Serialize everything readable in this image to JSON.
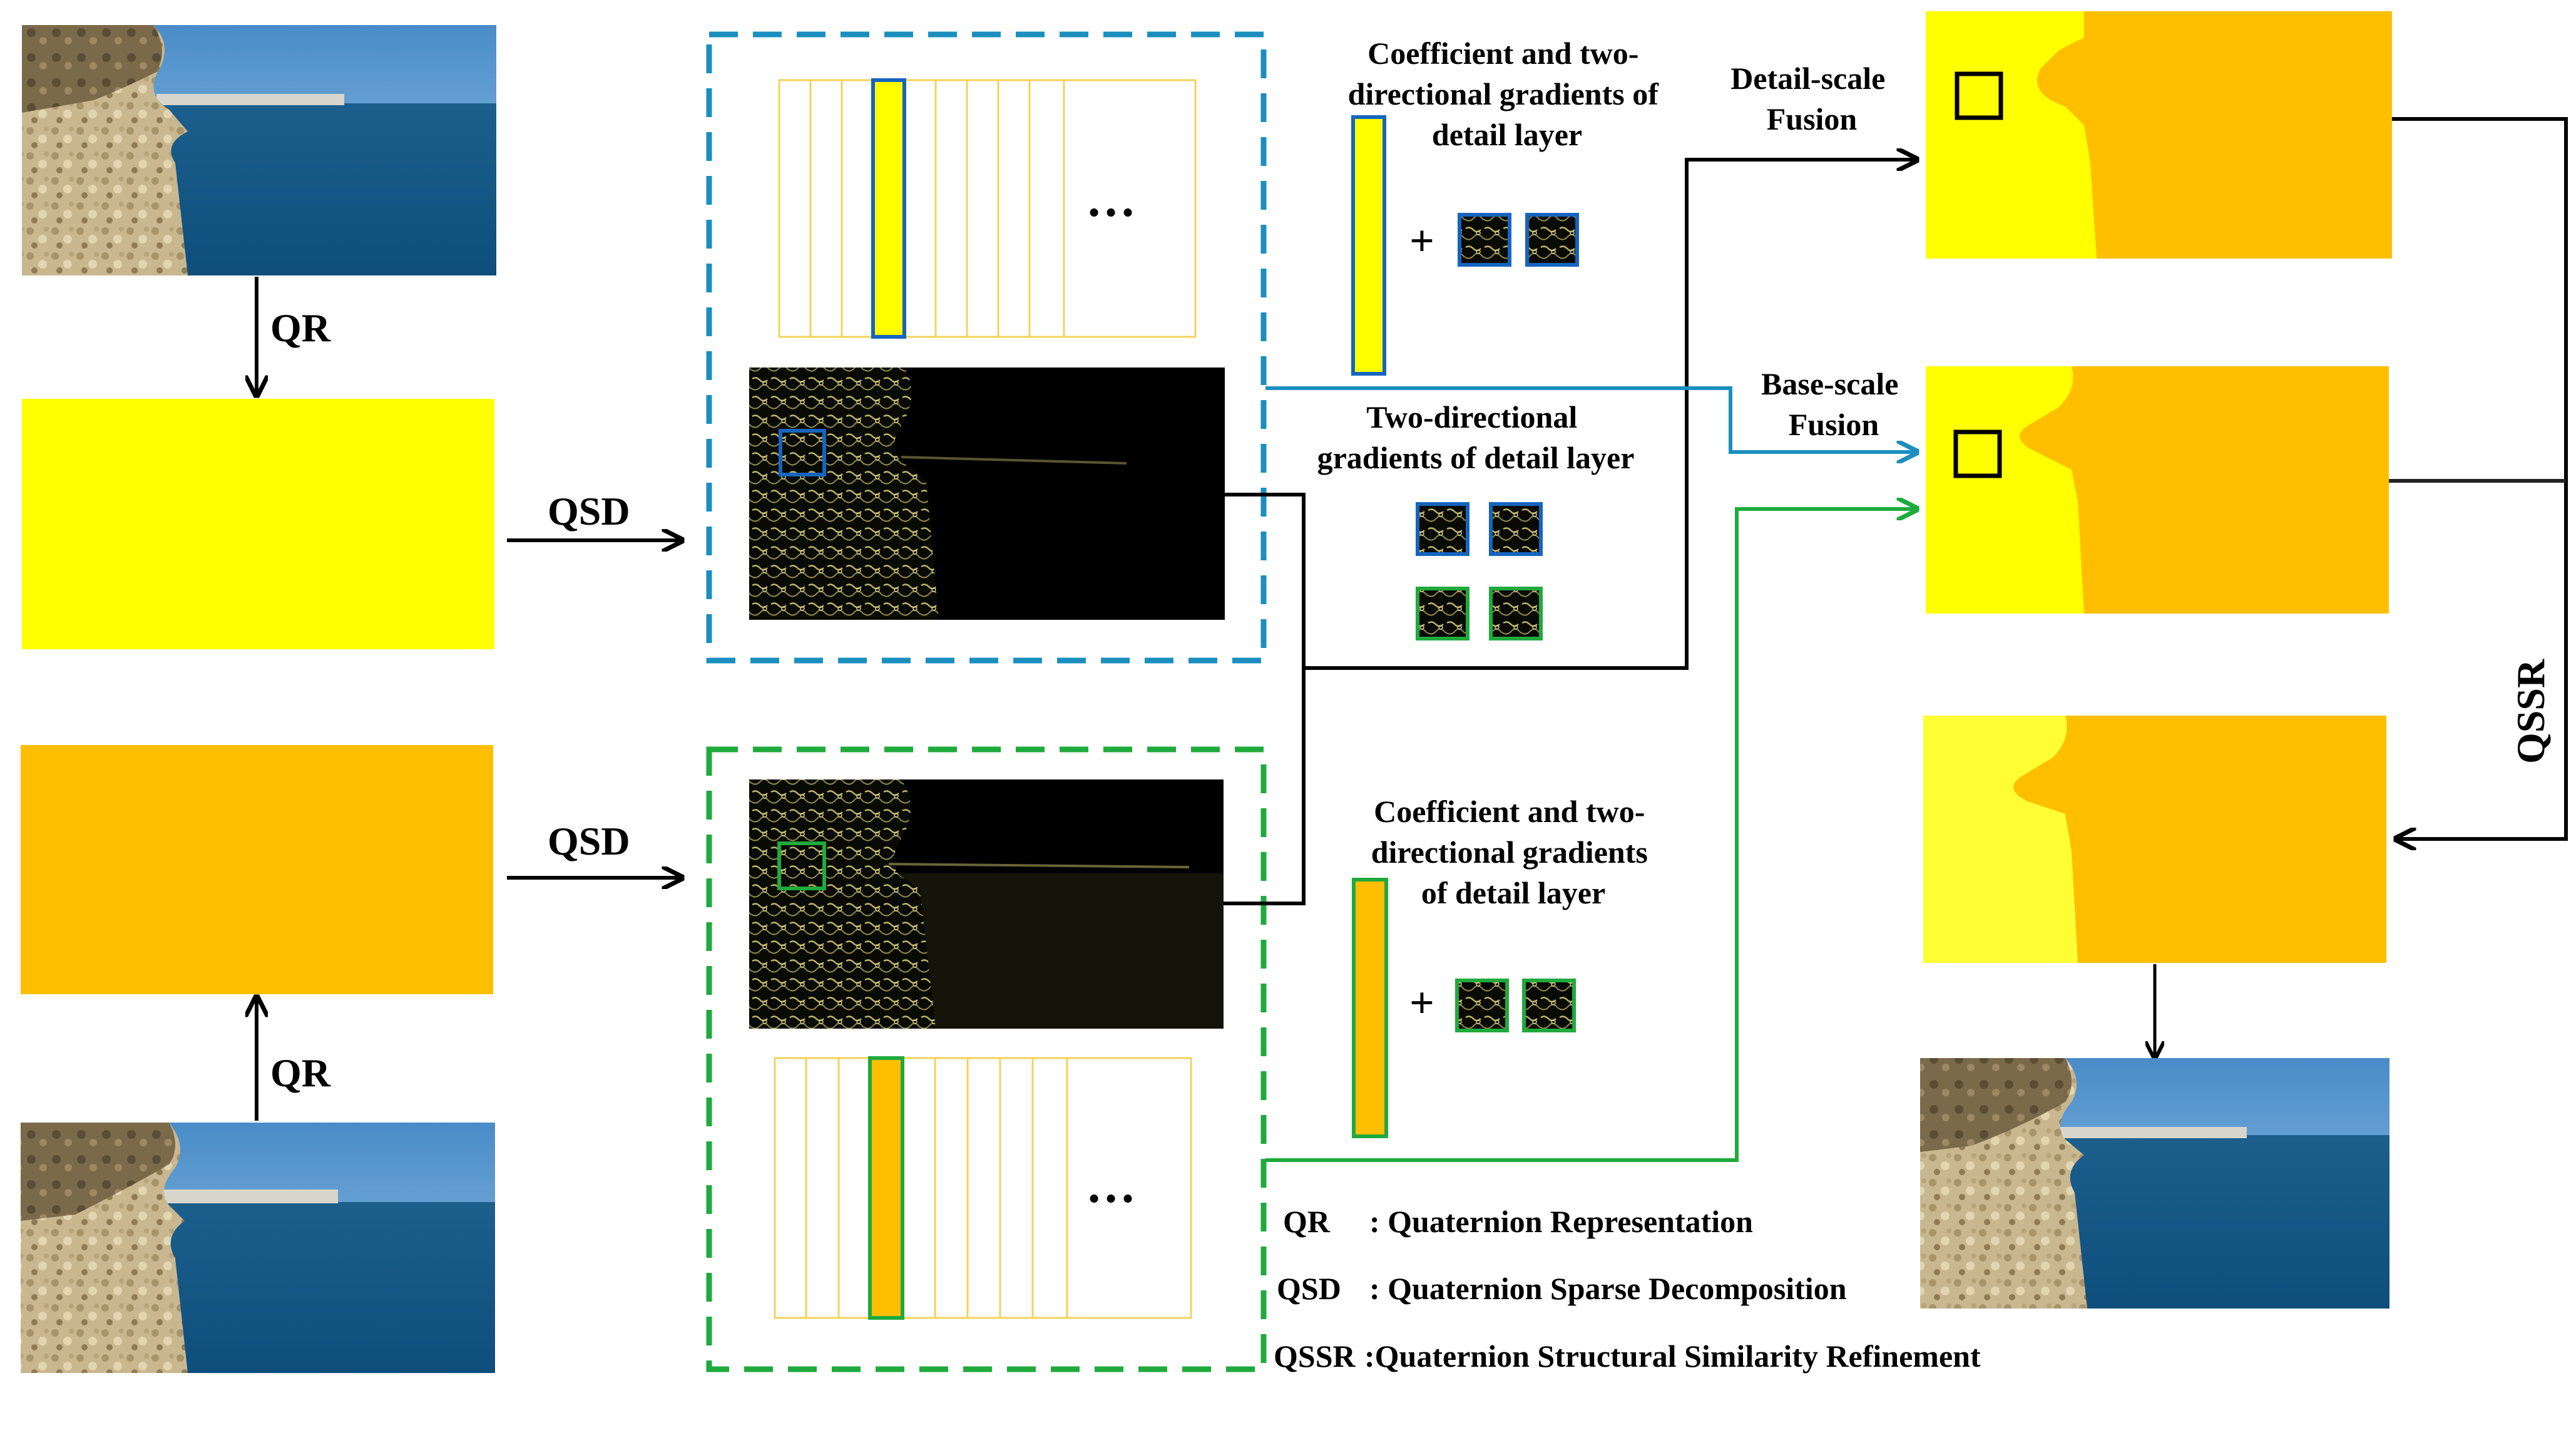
{
  "labels": {
    "qr_top": "QR",
    "qr_bottom": "QR",
    "qsd_top": "QSD",
    "qsd_bottom": "QSD",
    "qssr": "QSSR",
    "dots_top": "…",
    "dots_bottom": "…",
    "plus_top": "+",
    "plus_bottom": "+"
  },
  "annotations": {
    "coeff_top": [
      "Coefficient and two-",
      "directional gradients of",
      "detail layer"
    ],
    "coeff_bottom": [
      "Coefficient and two-",
      "directional gradients",
      "of detail layer"
    ],
    "grad_mid": [
      "Two-directional",
      "gradients of detail layer"
    ],
    "detail_fusion": [
      "Detail-scale",
      "Fusion"
    ],
    "base_fusion": [
      "Base-scale",
      "Fusion"
    ]
  },
  "legend": [
    {
      "abbr": "QR",
      "text": ": Quaternion Representation"
    },
    {
      "abbr": "QSD",
      "text": ": Quaternion Sparse Decomposition"
    },
    {
      "abbr": "QSSR",
      "text": ":Quaternion Structural Similarity Refinement"
    }
  ],
  "colors": {
    "yellow": "#ffff00",
    "orange": "#ffbf00",
    "light_yellow": "#ffff33",
    "blue": "#1a8fbf",
    "green": "#1faa3c",
    "black": "#000000"
  },
  "icons": {
    "source_top": "photo-rock-sea-top",
    "source_bottom": "photo-rock-sea-bottom",
    "fused_output": "photo-rock-sea-fused"
  }
}
